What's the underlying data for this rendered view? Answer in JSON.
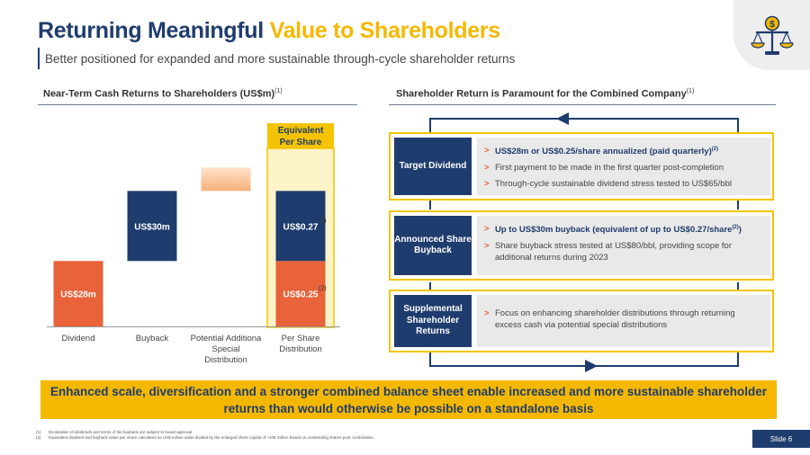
{
  "header": {
    "title_part1": "Returning Meaningful",
    "title_part2": "Value to Shareholders",
    "subtitle": "Better positioned for expanded and more sustainable through-cycle shareholder returns"
  },
  "left_section": {
    "heading": "Near-Term Cash Returns to Shareholders (US$m)",
    "heading_ref": "(1)",
    "equivalent_label_line1": "Equivalent",
    "equivalent_label_line2": "Per Share"
  },
  "chart_data": {
    "type": "bar",
    "categories": [
      "Dividend",
      "Buyback",
      "Potential Additional Special Distribution",
      "Per Share Distribution"
    ],
    "category_label_lines": [
      [
        "Dividend"
      ],
      [
        "Buyback"
      ],
      [
        "Potential Additiona",
        "Special",
        "Distribution"
      ],
      [
        "Per Share",
        "Distribution"
      ]
    ],
    "bars": [
      {
        "category": "Dividend",
        "label": "US$28m",
        "base": 0,
        "value": 28,
        "color": "#e8623a"
      },
      {
        "category": "Buyback",
        "label": "US$30m",
        "base": 28,
        "value": 30,
        "color": "#1f3c6e"
      },
      {
        "category": "Potential Additional Special Distribution",
        "label": "",
        "base": 58,
        "value": 10,
        "color": "#f7b07a"
      },
      {
        "category": "Per Share Distribution",
        "label": "US$0.25",
        "ref": "(2)",
        "base": 0,
        "value": 28,
        "color": "#e8623a"
      },
      {
        "category": "Per Share Distribution",
        "label": "US$0.27",
        "ref": "(2)",
        "base": 28,
        "value": 30,
        "color": "#1f3c6e"
      }
    ],
    "ylim": [
      0,
      82
    ],
    "grid": false,
    "legend": "none",
    "highlight_category": "Per Share Distribution",
    "colors": {
      "highlight_fill": "#fdf3c8",
      "highlight_border": "#f5c400",
      "axis": "#999999"
    }
  },
  "right_section": {
    "heading": "Shareholder Return is Paramount for the Combined Company",
    "heading_ref": "(1)",
    "rows": [
      {
        "label": "Target Dividend",
        "bullets": [
          {
            "text": "US$28m or US$0.25/share annualized (paid quarterly)",
            "ref": "(2)",
            "bold": true
          },
          {
            "text": "First payment to be made in the first quarter post-completion",
            "ref": "",
            "bold": false
          },
          {
            "text": "Through-cycle sustainable dividend stress tested to US$65/bbl",
            "ref": "",
            "bold": false
          }
        ]
      },
      {
        "label": "Announced Share Buyback",
        "bullets": [
          {
            "text": "Up to US$30m buyback (equivalent of up to US$0.27/share",
            "ref": "(2)",
            "suffix": ")",
            "bold": true
          },
          {
            "text": "Share buyback stress tested at US$80/bbl, providing scope for additional returns during 2023",
            "ref": "",
            "bold": false
          }
        ]
      },
      {
        "label": "Supplemental Shareholder Returns",
        "bullets": [
          {
            "text": "Focus on enhancing shareholder distributions through returning excess cash via potential special distributions",
            "ref": "",
            "bold": false
          }
        ]
      }
    ]
  },
  "banner": {
    "text": "Enhanced scale, diversification and a stronger combined balance sheet enable increased and more sustainable shareholder returns than would otherwise be possible on a standalone basis"
  },
  "footnotes": [
    {
      "num": "(1)",
      "text": "Declaration of dividends and terms of the buyback are subject to board approval"
    },
    {
      "num": "(2)",
      "text": "Equivalent dividend and buyback value per share calculated as US$ million value divided by the enlarged share capital of ~108 million based on outstanding shares post combination"
    }
  ],
  "slide_label": "Slide 6",
  "colors": {
    "navy": "#1f3c6e",
    "gold": "#f5b800",
    "orange": "#e8623a"
  },
  "icons": {
    "corner": "money-balance-scale-icon",
    "flow_arrow": "cycle-arrow-icon",
    "bullet": "chevron-right-icon"
  }
}
